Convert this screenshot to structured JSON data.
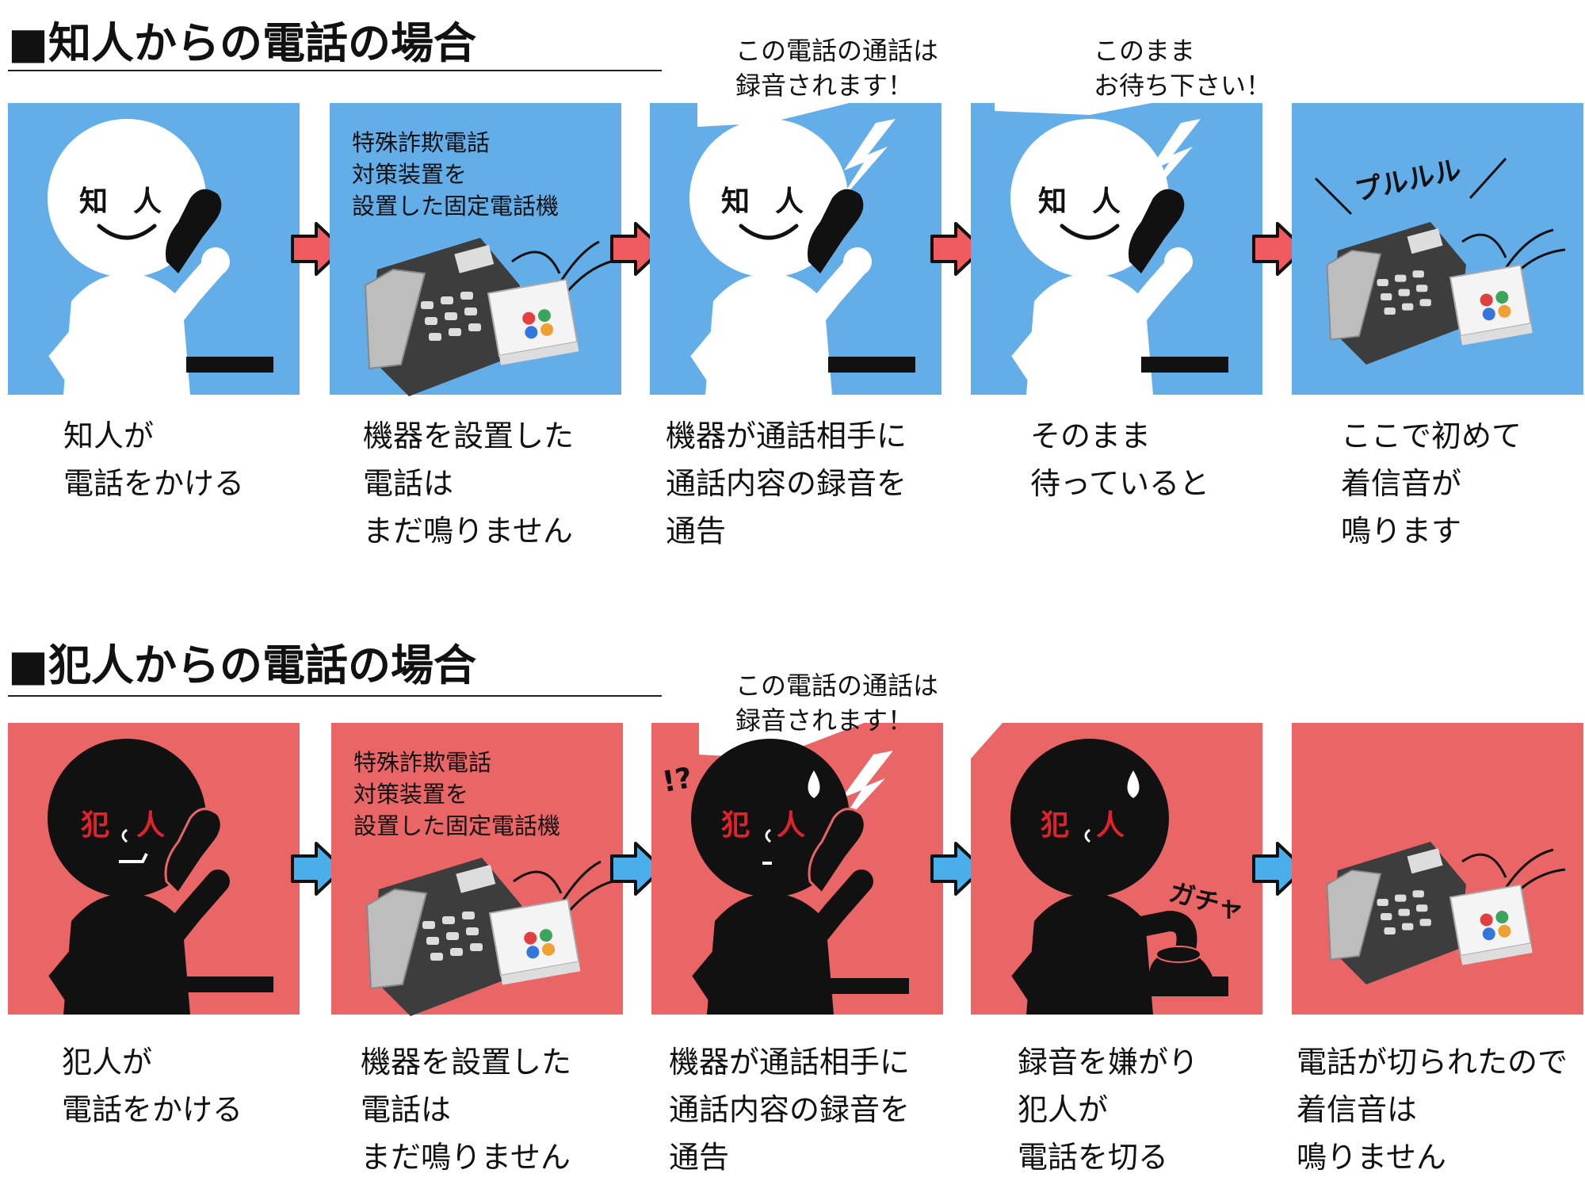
{
  "colors": {
    "acquaintance_bg": "#63aee8",
    "criminal_bg": "#e96566",
    "arrow_red": "#ee5a5e",
    "arrow_blue": "#4aaeea",
    "label_red": "#e0222a"
  },
  "sections": [
    {
      "title": "■知人からの電話の場合",
      "person_label_left": "知",
      "person_label_right": "人",
      "arrow_icon": "right-arrow-icon",
      "panels": [
        {
          "icon": "person-on-phone-icon",
          "caption": [
            "知人が",
            "電話をかける"
          ]
        },
        {
          "icon": "landline-phone-with-device-icon",
          "label": [
            "特殊詐欺電話",
            "対策装置を",
            "設置した固定電話機"
          ],
          "caption": [
            "機器を設置した",
            "電話は",
            "まだ鳴りません"
          ]
        },
        {
          "icon": "person-on-phone-icon",
          "bubble": [
            "この電話の通話は",
            "録音されます！"
          ],
          "caption": [
            "機器が通話相手に",
            "通話内容の録音を",
            "通告"
          ]
        },
        {
          "icon": "person-on-phone-icon",
          "bubble": [
            "このまま",
            "お待ち下さい！"
          ],
          "caption": [
            "そのまま",
            "待っていると"
          ]
        },
        {
          "icon": "ringing-phone-icon",
          "sound": "プルルル",
          "caption": [
            "ここで初めて",
            "着信音が",
            "鳴ります"
          ]
        }
      ]
    },
    {
      "title": "■犯人からの電話の場合",
      "person_label_left": "犯",
      "person_label_right": "人",
      "arrow_icon": "right-arrow-icon",
      "panels": [
        {
          "icon": "criminal-on-phone-icon",
          "caption": [
            "犯人が",
            "電話をかける"
          ]
        },
        {
          "icon": "landline-phone-with-device-icon",
          "label": [
            "特殊詐欺電話",
            "対策装置を",
            "設置した固定電話機"
          ],
          "caption": [
            "機器を設置した",
            "電話は",
            "まだ鳴りません"
          ]
        },
        {
          "icon": "criminal-surprised-icon",
          "bubble": [
            "この電話の通話は",
            "録音されます！"
          ],
          "surprise": "!?",
          "caption": [
            "機器が通話相手に",
            "通話内容の録音を",
            "通告"
          ]
        },
        {
          "icon": "criminal-hanging-up-icon",
          "sound": "ガチャ",
          "caption": [
            "録音を嫌がり",
            "犯人が",
            "電話を切る"
          ]
        },
        {
          "icon": "silent-phone-icon",
          "caption": [
            "電話が切られたので",
            "着信音は",
            "鳴りません"
          ]
        }
      ]
    }
  ]
}
